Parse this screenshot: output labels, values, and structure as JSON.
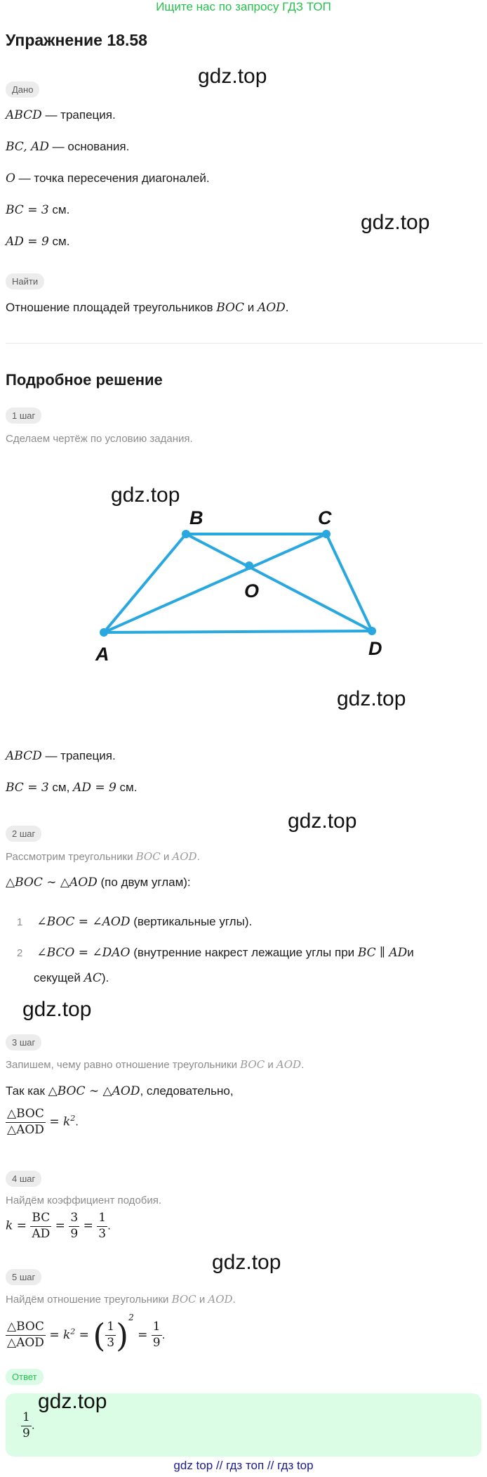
{
  "banner": "Ищите нас по запросу ГДЗ ТОП",
  "title": "Упражнение 18.58",
  "watermark": "gdz.top",
  "given": {
    "tag": "Дано",
    "l1_math": "ABCD",
    "l1_text": " — трапеция.",
    "l2_math": "BC, AD",
    "l2_text": " — основания.",
    "l3_math": "O",
    "l3_text": " — точка пересечения диагоналей.",
    "l4_math": "BC = 3",
    "l4_text": " см.",
    "l5_math": "AD = 9",
    "l5_text": " см."
  },
  "find": {
    "tag": "Найти",
    "text1": "Отношение площадей треугольников ",
    "m1": "BOC",
    "text2": " и ",
    "m2": "AOD",
    "text3": "."
  },
  "solution_title": "Подробное решение",
  "step1": {
    "tag": "1 шаг",
    "desc": "Сделаем чертёж по условию задания.",
    "after1_math": "ABCD",
    "after1_text": " — трапеция.",
    "after2_m1": "BC = 3",
    "after2_t1": " см, ",
    "after2_m2": "AD = 9",
    "after2_t2": " см."
  },
  "diagram": {
    "labels": {
      "A": "A",
      "B": "B",
      "C": "C",
      "D": "D",
      "O": "O"
    },
    "line_color": "#29a8e0"
  },
  "step2": {
    "tag": "2 шаг",
    "desc": "Рассмотрим треугольники ",
    "desc_m1": "BOC",
    "desc_and": " и ",
    "desc_m2": "AOD",
    "desc_end": ".",
    "sim_math": "△BOC ∼ △AOD",
    "sim_text": " (по двум углам):",
    "item1_num": "1",
    "item1_math": "∠BOC = ∠AOD",
    "item1_text": " (вертикальные углы).",
    "item2_num": "2",
    "item2_math": "∠BCO = ∠DAO",
    "item2_text": " (внутренние накрест лежащие углы при ",
    "item2_math2": "BC ∥ AD",
    "item2_text2": "и",
    "item2_line2_text": "секущей ",
    "item2_line2_math": "AC",
    "item2_line2_end": ")."
  },
  "step3": {
    "tag": "3 шаг",
    "desc": "Запишем, чему равно отношение треугольники ",
    "desc_m1": "BOC",
    "desc_and": " и ",
    "desc_m2": "AOD",
    "desc_end": ".",
    "line_text": "Так как ",
    "line_math": "△BOC ∼ △AOD",
    "line_end": ", следовательно,",
    "frac_num": "△BOC",
    "frac_den": "△AOD",
    "rhs": " = k",
    "rhs_sup": "2",
    "rhs_end": "."
  },
  "step4": {
    "tag": "4 шаг",
    "desc": "Найдём коэффициент подобия.",
    "k": "k = ",
    "f1n": "BC",
    "f1d": "AD",
    "eq": " = ",
    "f2n": "3",
    "f2d": "9",
    "f3n": "1",
    "f3d": "3",
    "end": "."
  },
  "step5": {
    "tag": "5 шаг",
    "desc": "Найдём отношение треугольники ",
    "desc_m1": "BOC",
    "desc_and": " и ",
    "desc_m2": "AOD",
    "desc_end": ".",
    "fn": "△BOC",
    "fd": "△AOD",
    "eq1": " = k",
    "sup": "2",
    "eq2": " = ",
    "pn": "1",
    "pd": "3",
    "psup": "2",
    "eq3": " = ",
    "rn": "1",
    "rd": "9",
    "end": "."
  },
  "answer": {
    "tag": "Ответ",
    "n": "1",
    "d": "9",
    "end": "."
  },
  "footer": "gdz top  //  гдз топ  //  гдз top"
}
